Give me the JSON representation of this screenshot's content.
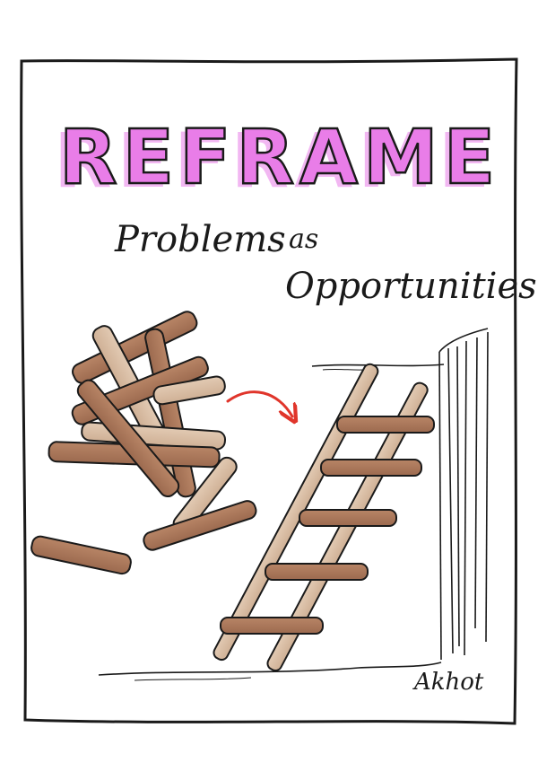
{
  "poster": {
    "title": "REFRAME",
    "subtitle_line1": "Problems",
    "subtitle_line2": "as",
    "subtitle_line3": "Opportunities",
    "signature": "Akhot"
  },
  "colors": {
    "title_fill": "#e97de8",
    "title_outline": "#1a1a1a",
    "wood_dark": "#a8755a",
    "wood_light": "#d9bfa6",
    "arrow": "#e0352b",
    "ink": "#1a1a1a"
  }
}
